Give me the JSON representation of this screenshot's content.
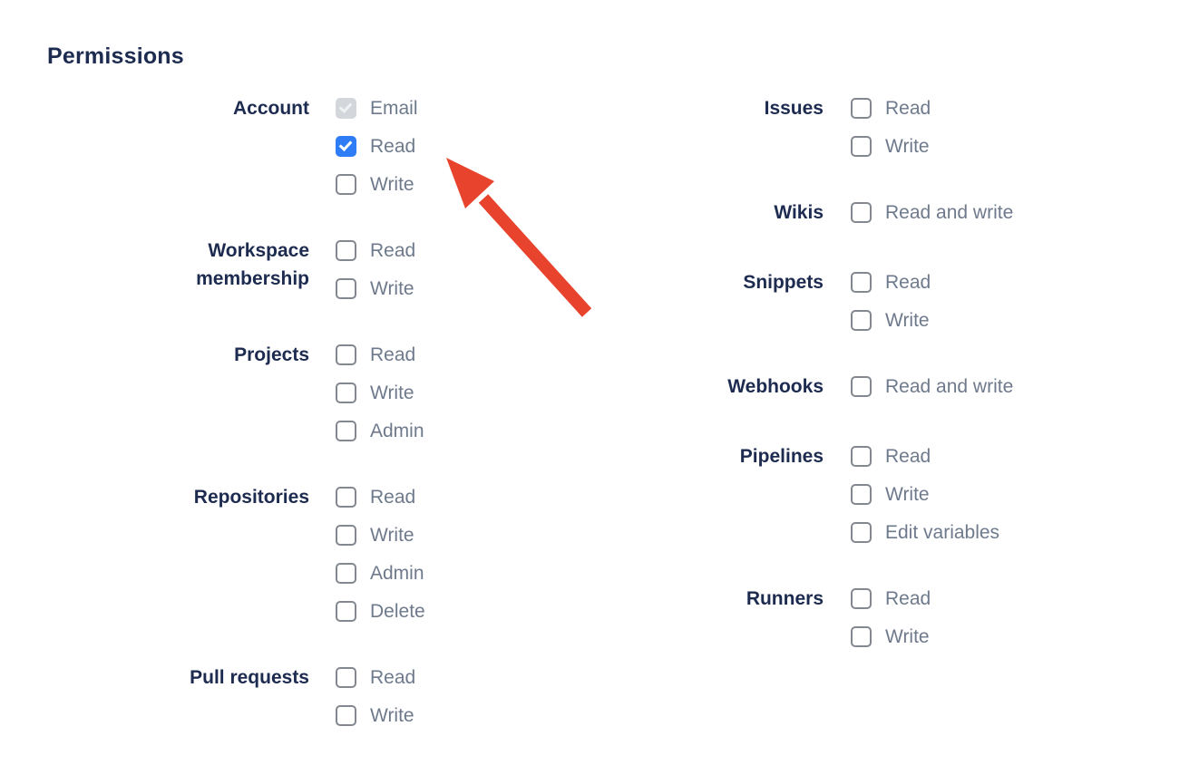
{
  "page": {
    "title": "Permissions"
  },
  "colors": {
    "heading": "#1c2b4f",
    "group_label": "#1c2b4f",
    "option_label": "#6e7a8c",
    "checkbox_border": "#83878f",
    "checkbox_checked_bg": "#2e7cf6",
    "checkbox_checked_mark": "#ffffff",
    "checkbox_disabled_bg": "#d3d6da",
    "checkbox_disabled_mark": "#f0f1f3",
    "arrow_red": "#e8432c"
  },
  "columns": [
    {
      "name": "left",
      "groups": [
        {
          "label": "Account",
          "options": [
            {
              "label": "Email",
              "state": "disabled-checked"
            },
            {
              "label": "Read",
              "state": "checked"
            },
            {
              "label": "Write",
              "state": "unchecked"
            }
          ]
        },
        {
          "label": "Workspace membership",
          "options": [
            {
              "label": "Read",
              "state": "unchecked"
            },
            {
              "label": "Write",
              "state": "unchecked"
            }
          ]
        },
        {
          "label": "Projects",
          "options": [
            {
              "label": "Read",
              "state": "unchecked"
            },
            {
              "label": "Write",
              "state": "unchecked"
            },
            {
              "label": "Admin",
              "state": "unchecked"
            }
          ]
        },
        {
          "label": "Repositories",
          "options": [
            {
              "label": "Read",
              "state": "unchecked"
            },
            {
              "label": "Write",
              "state": "unchecked"
            },
            {
              "label": "Admin",
              "state": "unchecked"
            },
            {
              "label": "Delete",
              "state": "unchecked"
            }
          ]
        },
        {
          "label": "Pull requests",
          "options": [
            {
              "label": "Read",
              "state": "unchecked"
            },
            {
              "label": "Write",
              "state": "unchecked"
            }
          ]
        }
      ]
    },
    {
      "name": "right",
      "groups": [
        {
          "label": "Issues",
          "options": [
            {
              "label": "Read",
              "state": "unchecked"
            },
            {
              "label": "Write",
              "state": "unchecked"
            }
          ]
        },
        {
          "label": "Wikis",
          "options": [
            {
              "label": "Read and write",
              "state": "unchecked"
            }
          ]
        },
        {
          "label": "Snippets",
          "options": [
            {
              "label": "Read",
              "state": "unchecked"
            },
            {
              "label": "Write",
              "state": "unchecked"
            }
          ]
        },
        {
          "label": "Webhooks",
          "options": [
            {
              "label": "Read and write",
              "state": "unchecked"
            }
          ]
        },
        {
          "label": "Pipelines",
          "options": [
            {
              "label": "Read",
              "state": "unchecked"
            },
            {
              "label": "Write",
              "state": "unchecked"
            },
            {
              "label": "Edit variables",
              "state": "unchecked"
            }
          ]
        },
        {
          "label": "Runners",
          "options": [
            {
              "label": "Read",
              "state": "unchecked"
            },
            {
              "label": "Write",
              "state": "unchecked"
            }
          ]
        }
      ]
    }
  ],
  "annotation_arrow": {
    "color": "#e8432c"
  }
}
